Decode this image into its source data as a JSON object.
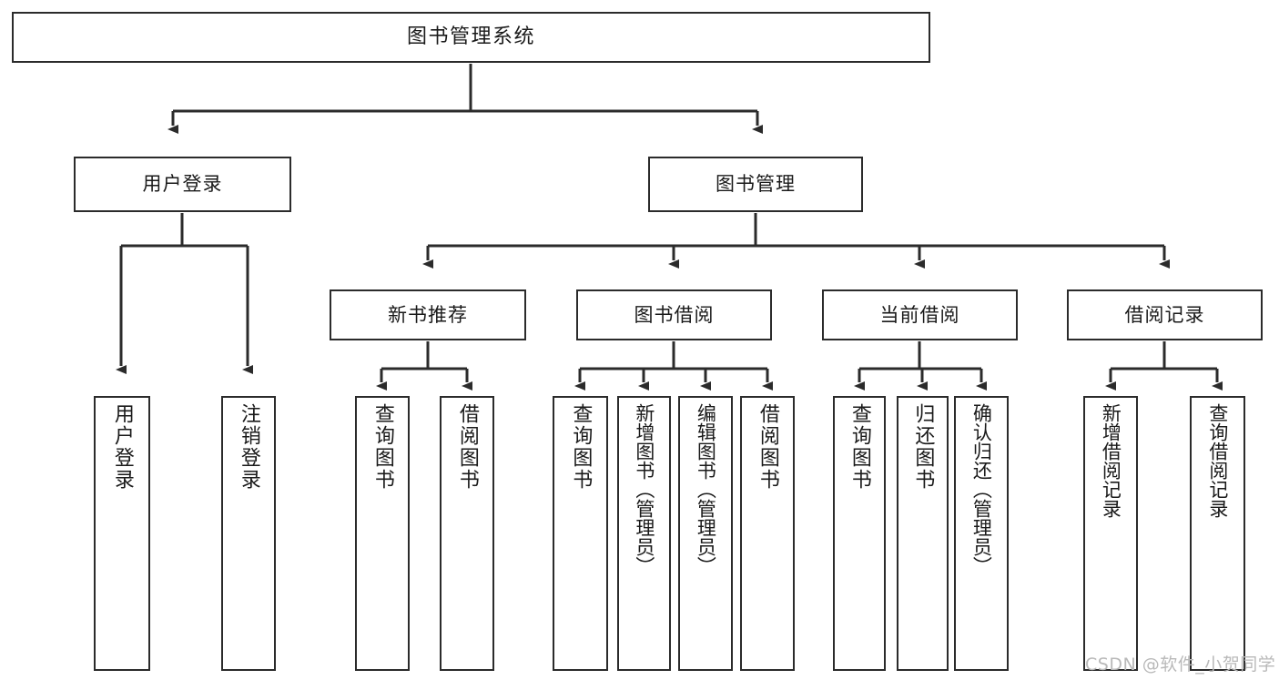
{
  "diagram": {
    "title": "图书管理系统",
    "type": "tree",
    "watermark": "CSDN @软件_小贺同学",
    "colors": {
      "node_border": "#2b2b2b",
      "node_fill": "#ffffff",
      "edge": "#2b2b2b",
      "text": "#1a1a1a",
      "watermark": "#b9b9b9",
      "background": "#ffffff"
    },
    "nodes": {
      "root": {
        "label": "图书管理系统",
        "level": 0
      },
      "level1": [
        {
          "id": "user-login",
          "label": "用户登录"
        },
        {
          "id": "book-manage",
          "label": "图书管理"
        }
      ],
      "level2": [
        {
          "id": "new-book-recommend",
          "label": "新书推荐",
          "parent": "book-manage"
        },
        {
          "id": "book-borrow",
          "label": "图书借阅",
          "parent": "book-manage"
        },
        {
          "id": "current-borrow",
          "label": "当前借阅",
          "parent": "book-manage"
        },
        {
          "id": "borrow-record",
          "label": "借阅记录",
          "parent": "book-manage"
        }
      ],
      "leaves": [
        {
          "id": "leaf-user-login",
          "label": "用户登录",
          "parent": "user-login"
        },
        {
          "id": "leaf-logout-login",
          "label": "注销登录",
          "parent": "user-login"
        },
        {
          "id": "leaf-query-book-1",
          "label": "查询图书",
          "parent": "new-book-recommend"
        },
        {
          "id": "leaf-borrow-book-1",
          "label": "借阅图书",
          "parent": "new-book-recommend"
        },
        {
          "id": "leaf-query-book-2",
          "label": "查询图书",
          "parent": "book-borrow"
        },
        {
          "id": "leaf-add-book",
          "label": "新增图书（管理员）",
          "parent": "book-borrow"
        },
        {
          "id": "leaf-edit-book",
          "label": "编辑图书（管理员）",
          "parent": "book-borrow"
        },
        {
          "id": "leaf-borrow-book-2",
          "label": "借阅图书",
          "parent": "book-borrow"
        },
        {
          "id": "leaf-query-book-3",
          "label": "查询图书",
          "parent": "current-borrow"
        },
        {
          "id": "leaf-return-book",
          "label": "归还图书",
          "parent": "current-borrow"
        },
        {
          "id": "leaf-confirm-return",
          "label": "确认归还（管理员）",
          "parent": "current-borrow"
        },
        {
          "id": "leaf-add-record",
          "label": "新增借阅记录",
          "parent": "borrow-record"
        },
        {
          "id": "leaf-query-record",
          "label": "查询借阅记录",
          "parent": "borrow-record"
        }
      ]
    }
  }
}
